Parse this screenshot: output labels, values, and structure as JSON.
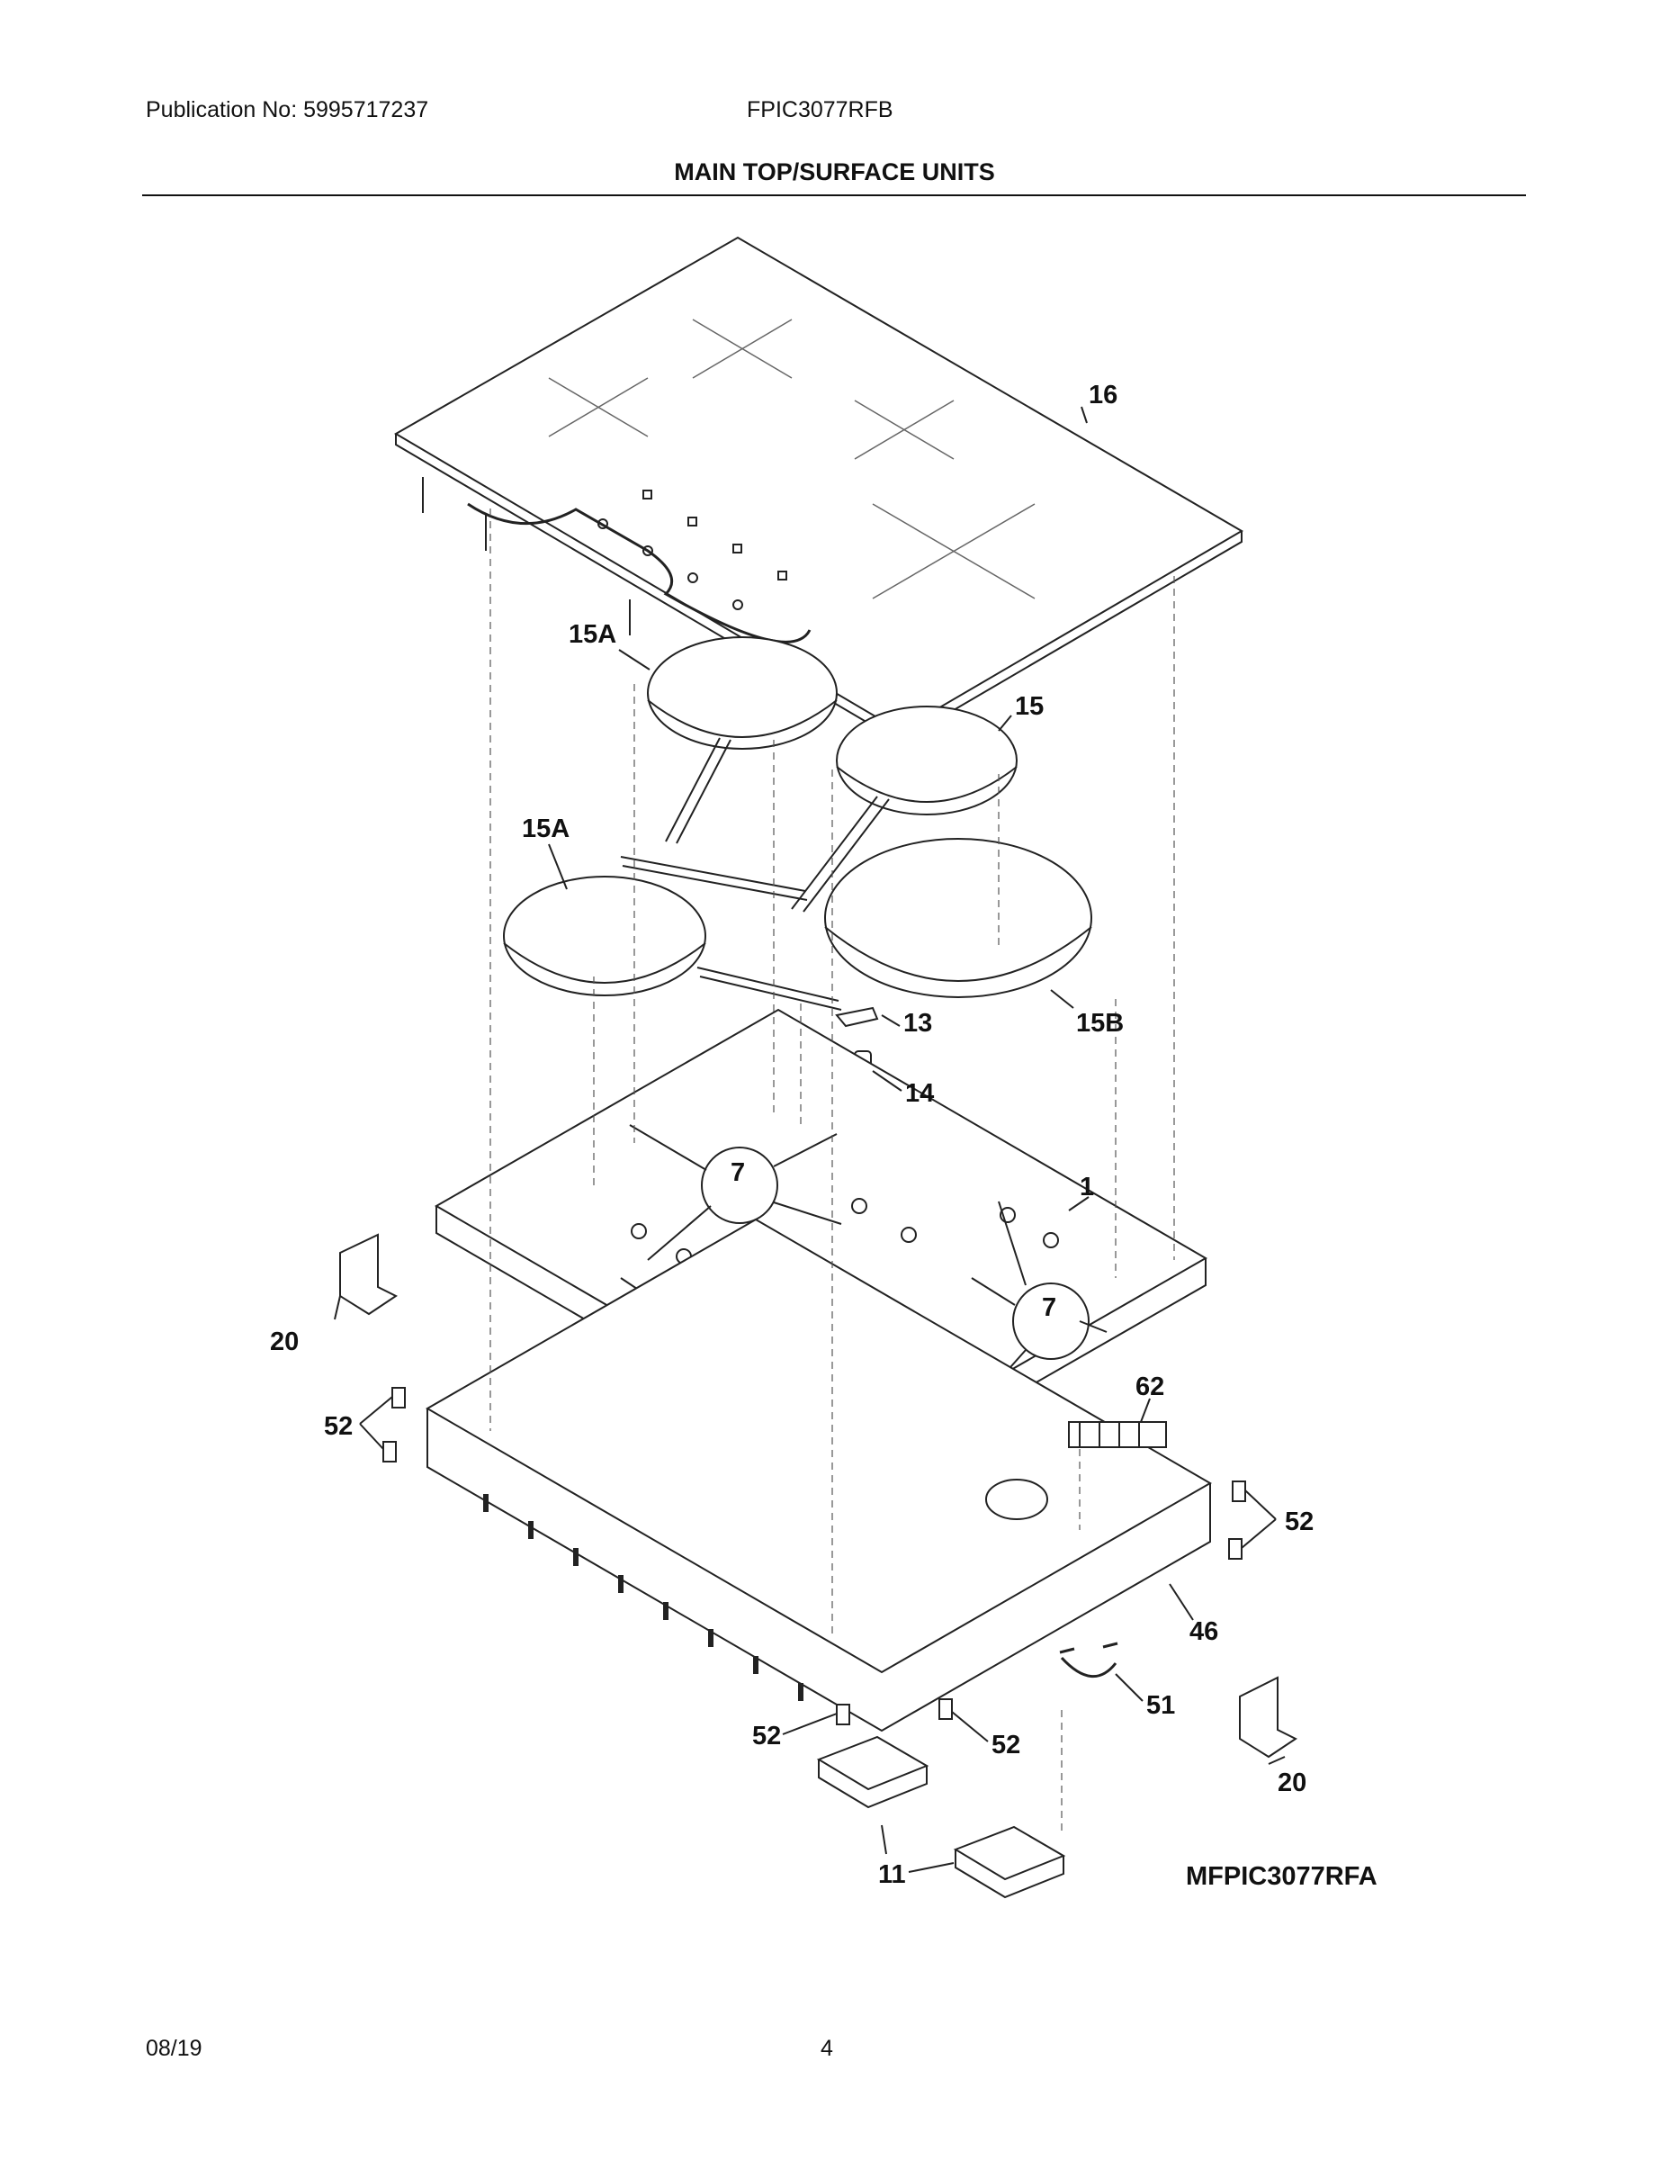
{
  "header": {
    "publication": "Publication No: 5995717237",
    "model": "FPIC3077RFB",
    "title": "MAIN TOP/SURFACE UNITS"
  },
  "diagram": {
    "code": "MFPIC3077RFA",
    "callouts": {
      "c16": "16",
      "c15a_top": "15A",
      "c15": "15",
      "c15a_left": "15A",
      "c15b": "15B",
      "c13": "13",
      "c14": "14",
      "c7_left": "7",
      "c7_right": "7",
      "c1": "1",
      "c20_left": "20",
      "c52_left": "52",
      "c62": "62",
      "c52_right": "52",
      "c46": "46",
      "c51": "51",
      "c52_bottom_left": "52",
      "c52_bottom_right": "52",
      "c20_right": "20",
      "c11": "11"
    }
  },
  "footer": {
    "date": "08/19",
    "page": "4"
  }
}
